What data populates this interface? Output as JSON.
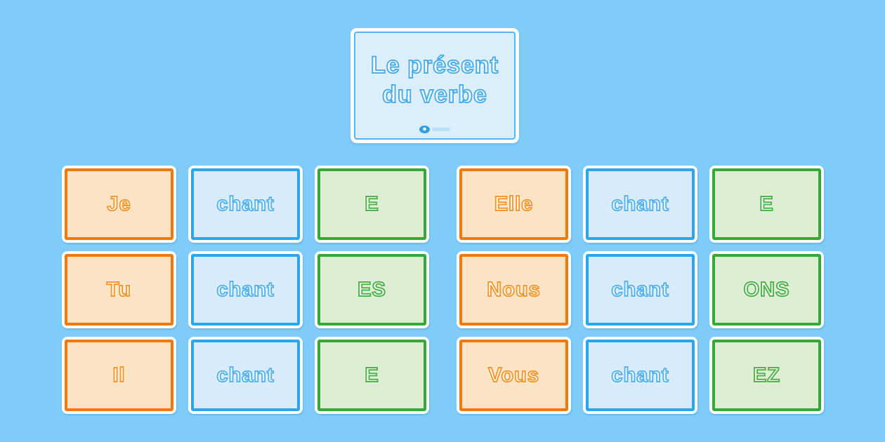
{
  "slide": {
    "title_card": {
      "lines": [
        "Le présent",
        "du verbe"
      ],
      "logo_icon": "twinkl-logo"
    },
    "cards": [
      {
        "text": "Je",
        "kind": "pronoun",
        "color": "orange"
      },
      {
        "text": "chant",
        "kind": "stem",
        "color": "blue"
      },
      {
        "text": "E",
        "kind": "ending",
        "color": "green"
      },
      {
        "text": "Elle",
        "kind": "pronoun",
        "color": "orange"
      },
      {
        "text": "chant",
        "kind": "stem",
        "color": "blue"
      },
      {
        "text": "E",
        "kind": "ending",
        "color": "green"
      },
      {
        "text": "Tu",
        "kind": "pronoun",
        "color": "orange"
      },
      {
        "text": "chant",
        "kind": "stem",
        "color": "blue"
      },
      {
        "text": "ES",
        "kind": "ending",
        "color": "green"
      },
      {
        "text": "Nous",
        "kind": "pronoun",
        "color": "orange"
      },
      {
        "text": "chant",
        "kind": "stem",
        "color": "blue"
      },
      {
        "text": "ONS",
        "kind": "ending",
        "color": "green"
      },
      {
        "text": "Il",
        "kind": "pronoun",
        "color": "orange"
      },
      {
        "text": "chant",
        "kind": "stem",
        "color": "blue"
      },
      {
        "text": "E",
        "kind": "ending",
        "color": "green"
      },
      {
        "text": "Vous",
        "kind": "pronoun",
        "color": "orange"
      },
      {
        "text": "chant",
        "kind": "stem",
        "color": "blue"
      },
      {
        "text": "EZ",
        "kind": "ending",
        "color": "green"
      }
    ]
  },
  "colors": {
    "background": "#7fccf9",
    "card_frame": "#ffffff",
    "title_border": "#57b6ee",
    "title_fill": "#dbeefc",
    "title_text_outline": "#49aeea",
    "orange_border": "#f1790b",
    "orange_fill": "#fce3c5",
    "orange_text_outline": "#f5992e",
    "blue_border": "#2aa6ec",
    "blue_fill": "#d7ebfa",
    "blue_text_outline": "#55b3ed",
    "green_border": "#35a936",
    "green_fill": "#dcedd2",
    "green_text_outline": "#4db54a"
  }
}
